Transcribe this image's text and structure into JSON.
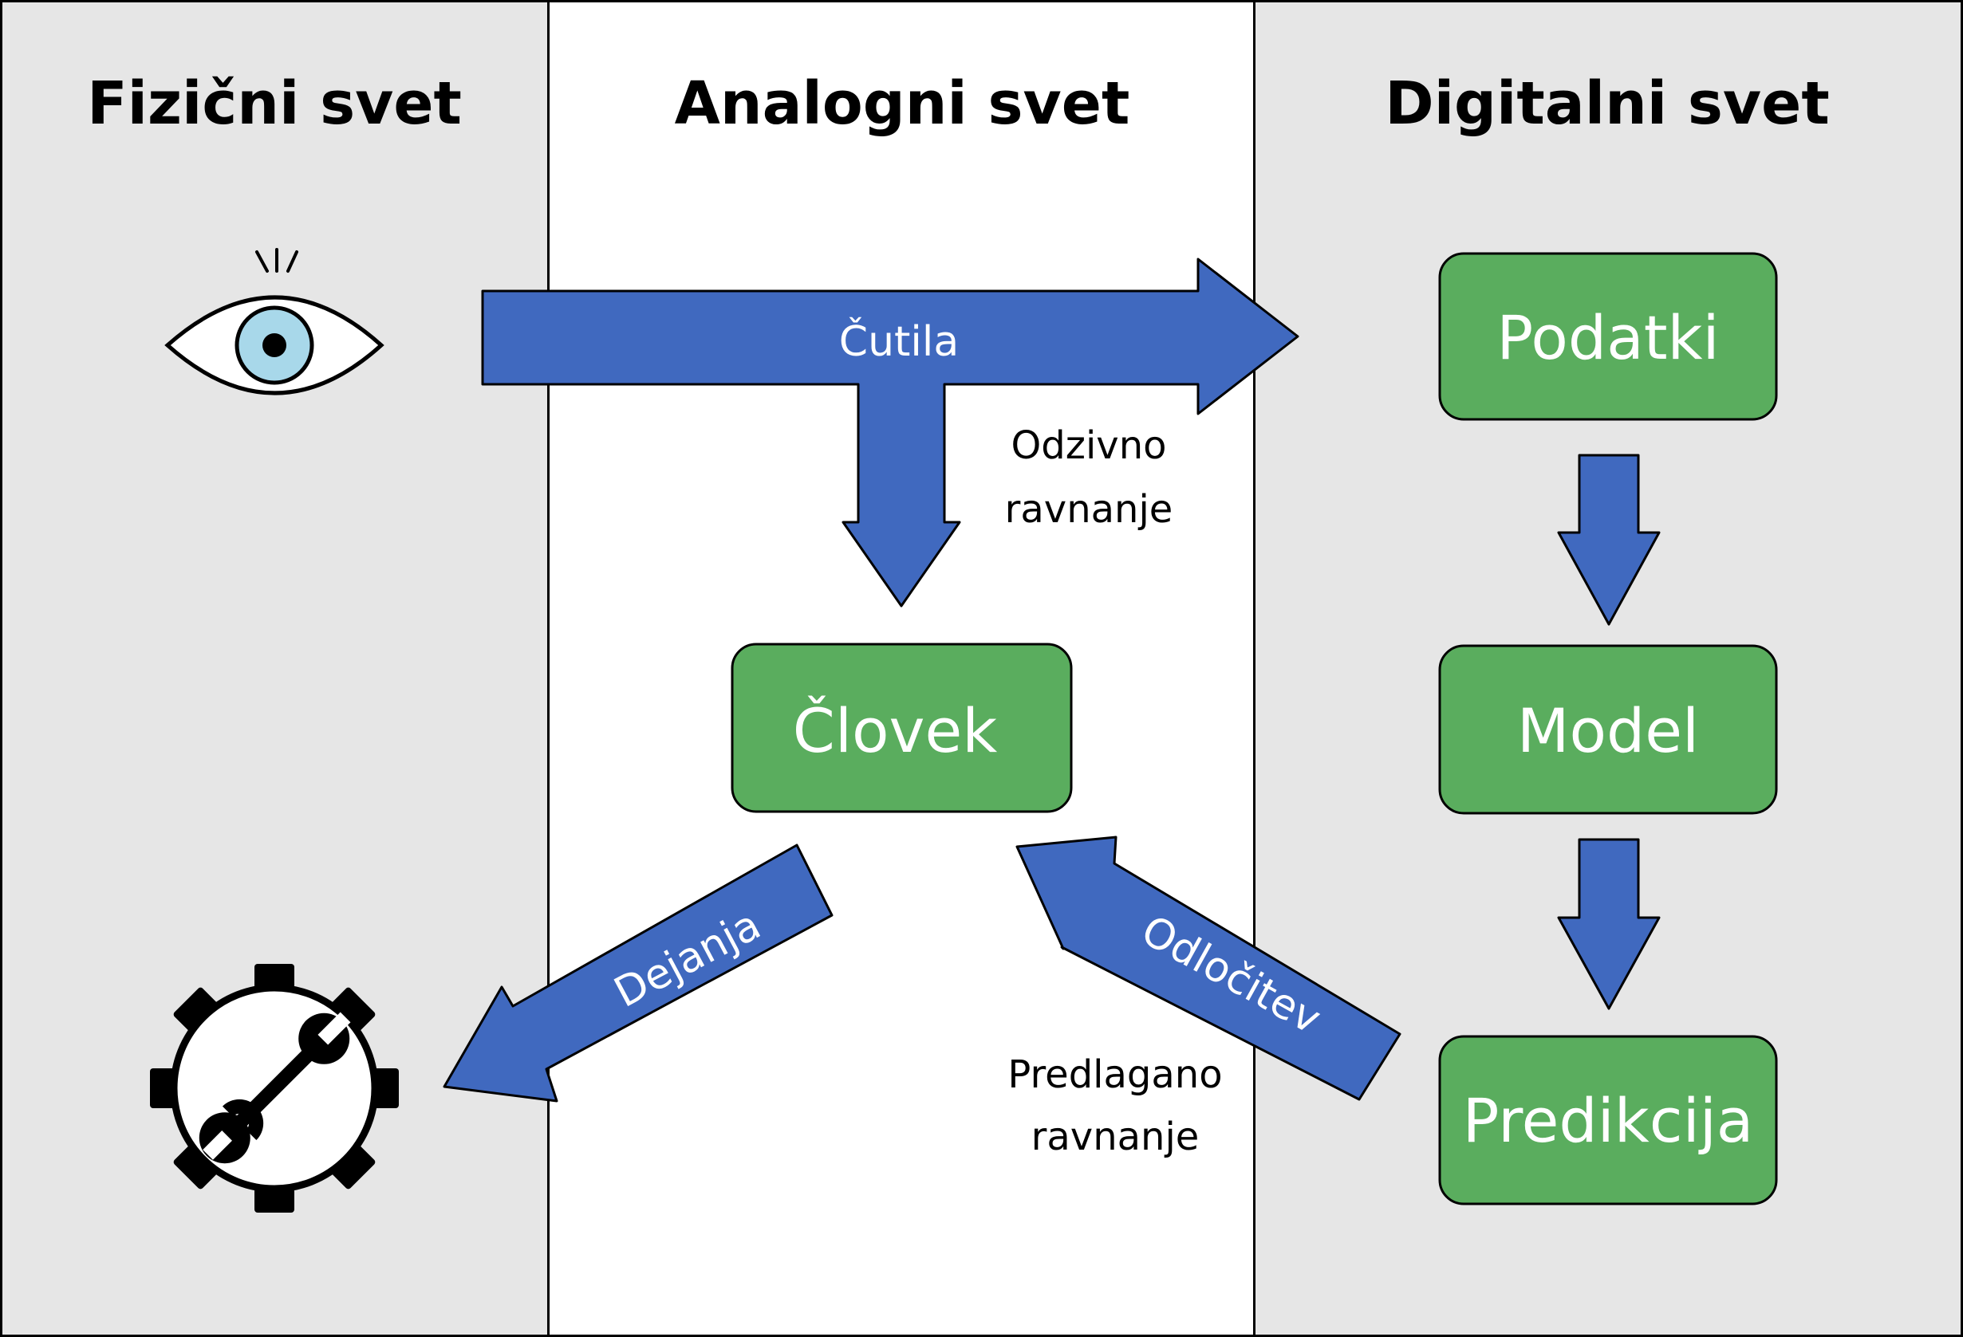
{
  "columns": {
    "physical": {
      "title": "Fizični svet"
    },
    "analog": {
      "title": "Analogni svet"
    },
    "digital": {
      "title": "Digitalni svet"
    }
  },
  "boxes": {
    "data": "Podatki",
    "model": "Model",
    "prediction": "Predikcija",
    "human": "Človek"
  },
  "arrows": {
    "senses": "Čutila",
    "actions": "Dejanja",
    "decision": "Odločitev"
  },
  "notes": {
    "reactive_line1": "Odzivno",
    "reactive_line2": "ravnanje",
    "suggested_line1": "Predlagano",
    "suggested_line2": "ravnanje"
  },
  "icons": {
    "observe": "eye-icon",
    "act": "gear-wrench-icon"
  },
  "colors": {
    "panel_gray": "#e6e6e6",
    "panel_white": "#ffffff",
    "box_green": "#5aad5e",
    "arrow_blue": "#4069bf",
    "eye_iris": "#a8d8ea"
  }
}
